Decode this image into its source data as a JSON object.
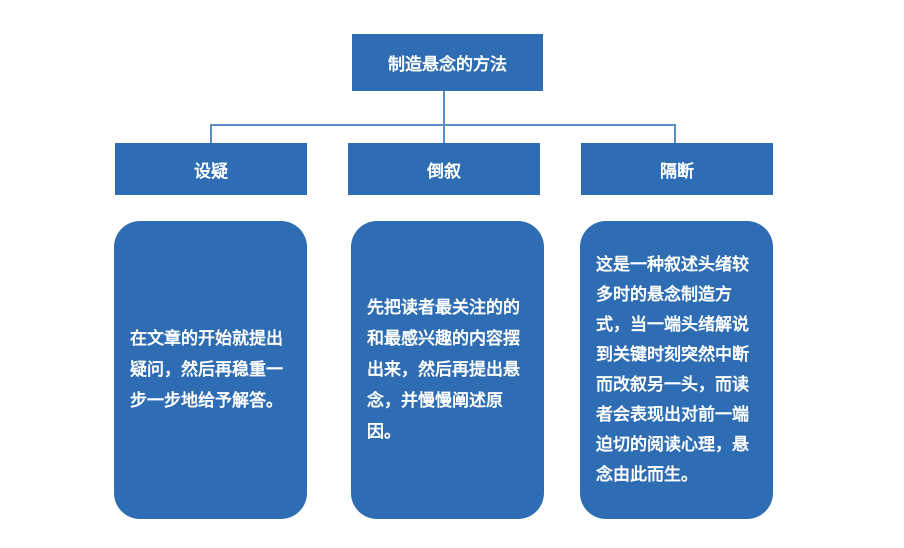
{
  "title": "制造悬念的方法",
  "categories": [
    {
      "label": "设疑",
      "description": "在文章的开始就提出疑问，然后再稳重一步一步地给予解答。"
    },
    {
      "label": "倒叙",
      "description": "先把读者最关注的的和最感兴趣的内容摆出来，然后再提出悬念，并慢慢阐述原因。"
    },
    {
      "label": "隔断",
      "description": "这是一种叙述头绪较多时的悬念制造方式，当一端头绪解说到关键时刻突然中断而改叙另一头，而读者会表现出对前一端迫切的阅读心理，悬念由此而生。"
    }
  ],
  "colors": {
    "box": "#2e6db4",
    "connector": "#5b8ec6",
    "text": "#ffffff"
  }
}
